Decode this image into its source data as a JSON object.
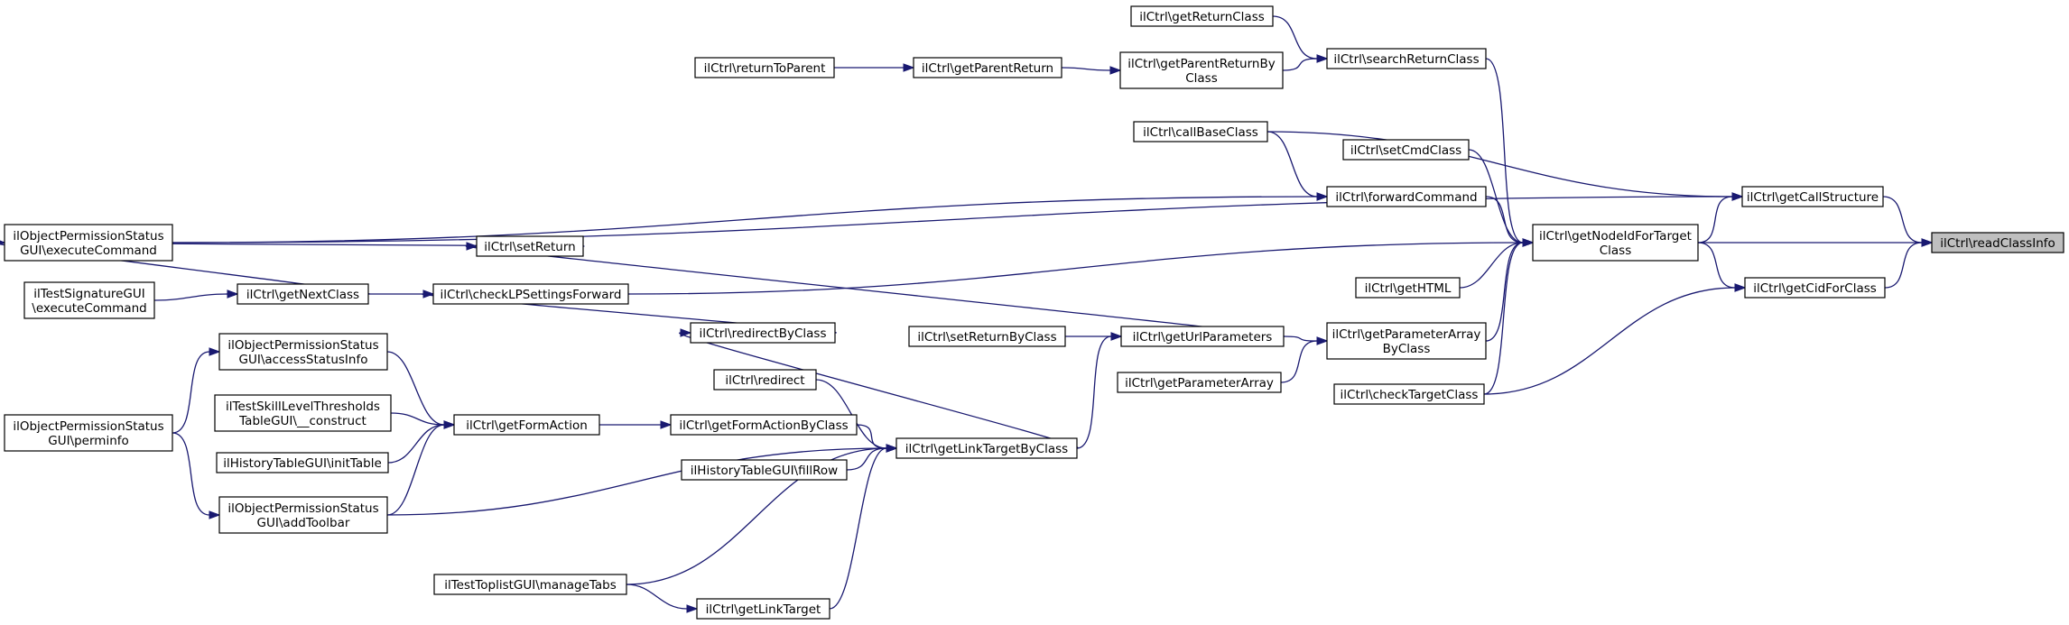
{
  "diagram": {
    "type": "call-graph",
    "edge_color": "#191970",
    "highlight_fill": "#bfbfbf",
    "nodes": {
      "readClassInfo": [
        "ilCtrl\\readClassInfo"
      ],
      "getCallStructure": [
        "ilCtrl\\getCallStructure"
      ],
      "getNodeIdForTargetClass": [
        "ilCtrl\\getNodeIdForTarget",
        "Class"
      ],
      "getCidForClass": [
        "ilCtrl\\getCidForClass"
      ],
      "callBaseClass": [
        "ilCtrl\\callBaseClass"
      ],
      "searchReturnClass": [
        "ilCtrl\\searchReturnClass"
      ],
      "setCmdClass": [
        "ilCtrl\\setCmdClass"
      ],
      "forwardCommand": [
        "ilCtrl\\forwardCommand"
      ],
      "checkLPSettingsForward": [
        "ilCtrl\\checkLPSettingsForward"
      ],
      "getHTML": [
        "ilCtrl\\getHTML"
      ],
      "getParameterArrayByClass": [
        "ilCtrl\\getParameterArray",
        "ByClass"
      ],
      "checkTargetClass": [
        "ilCtrl\\checkTargetClass"
      ],
      "getReturnClass": [
        "ilCtrl\\getReturnClass"
      ],
      "getParentReturnByClass": [
        "ilCtrl\\getParentReturnBy",
        "Class"
      ],
      "getParentReturn": [
        "ilCtrl\\getParentReturn"
      ],
      "returnToParent": [
        "ilCtrl\\returnToParent"
      ],
      "objPermExecuteCommand": [
        "ilObjectPermissionStatus",
        "GUI\\executeCommand"
      ],
      "getNextClass": [
        "ilCtrl\\getNextClass"
      ],
      "testSignatureExecuteCommand": [
        "ilTestSignatureGUI",
        "\\executeCommand"
      ],
      "getUrlParameters": [
        "ilCtrl\\getUrlParameters"
      ],
      "getParameterArray": [
        "ilCtrl\\getParameterArray"
      ],
      "setReturn": [
        "ilCtrl\\setReturn"
      ],
      "setReturnByClass": [
        "ilCtrl\\setReturnByClass"
      ],
      "getLinkTargetByClass": [
        "ilCtrl\\getLinkTargetByClass"
      ],
      "redirectByClass": [
        "ilCtrl\\redirectByClass"
      ],
      "redirect": [
        "ilCtrl\\redirect"
      ],
      "getFormActionByClass": [
        "ilCtrl\\getFormActionByClass"
      ],
      "historyFillRow": [
        "ilHistoryTableGUI\\fillRow"
      ],
      "addToolbar": [
        "ilObjectPermissionStatus",
        "GUI\\addToolbar"
      ],
      "manageTabs": [
        "ilTestToplistGUI\\manageTabs"
      ],
      "getLinkTarget": [
        "ilCtrl\\getLinkTarget"
      ],
      "getFormAction": [
        "ilCtrl\\getFormAction"
      ],
      "accessStatusInfo": [
        "ilObjectPermissionStatus",
        "GUI\\accessStatusInfo"
      ],
      "skillConstruct": [
        "ilTestSkillLevelThresholds",
        "TableGUI\\__construct"
      ],
      "historyInitTable": [
        "ilHistoryTableGUI\\initTable"
      ],
      "perminfo": [
        "ilObjectPermissionStatus",
        "GUI\\perminfo"
      ]
    },
    "edges": [
      [
        "getCallStructure",
        "readClassInfo"
      ],
      [
        "getNodeIdForTargetClass",
        "readClassInfo"
      ],
      [
        "getCidForClass",
        "readClassInfo"
      ],
      [
        "callBaseClass",
        "getCallStructure"
      ],
      [
        "objPermExecuteCommand",
        "getCallStructure"
      ],
      [
        "getNodeIdForTargetClass",
        "getCallStructure"
      ],
      [
        "getNodeIdForTargetClass",
        "getCidForClass"
      ],
      [
        "checkTargetClass",
        "getCidForClass"
      ],
      [
        "searchReturnClass",
        "getNodeIdForTargetClass"
      ],
      [
        "setCmdClass",
        "getNodeIdForTargetClass"
      ],
      [
        "forwardCommand",
        "getNodeIdForTargetClass"
      ],
      [
        "checkLPSettingsForward",
        "getNodeIdForTargetClass"
      ],
      [
        "getHTML",
        "getNodeIdForTargetClass"
      ],
      [
        "getParameterArrayByClass",
        "getNodeIdForTargetClass"
      ],
      [
        "checkTargetClass",
        "getNodeIdForTargetClass"
      ],
      [
        "getReturnClass",
        "searchReturnClass"
      ],
      [
        "getParentReturnByClass",
        "searchReturnClass"
      ],
      [
        "getParentReturn",
        "getParentReturnByClass"
      ],
      [
        "returnToParent",
        "getParentReturn"
      ],
      [
        "callBaseClass",
        "forwardCommand"
      ],
      [
        "objPermExecuteCommand",
        "forwardCommand"
      ],
      [
        "setReturn",
        "objPermExecuteCommand"
      ],
      [
        "getNextClass",
        "objPermExecuteCommand"
      ],
      [
        "checkLPSettingsForward",
        "getNextClass"
      ],
      [
        "testSignatureExecuteCommand",
        "getNextClass"
      ],
      [
        "getUrlParameters",
        "setReturn"
      ],
      [
        "redirectByClass",
        "checkLPSettingsForward"
      ],
      [
        "getUrlParameters",
        "getParameterArrayByClass"
      ],
      [
        "getParameterArray",
        "getParameterArrayByClass"
      ],
      [
        "setReturnByClass",
        "getUrlParameters"
      ],
      [
        "getLinkTargetByClass",
        "getUrlParameters"
      ],
      [
        "getLinkTargetByClass",
        "redirectByClass"
      ],
      [
        "redirect",
        "getLinkTargetByClass"
      ],
      [
        "getFormActionByClass",
        "getLinkTargetByClass"
      ],
      [
        "historyFillRow",
        "getLinkTargetByClass"
      ],
      [
        "addToolbar",
        "getLinkTargetByClass"
      ],
      [
        "manageTabs",
        "getLinkTargetByClass"
      ],
      [
        "getLinkTarget",
        "getLinkTargetByClass"
      ],
      [
        "getFormAction",
        "getFormActionByClass"
      ],
      [
        "manageTabs",
        "getLinkTarget"
      ],
      [
        "accessStatusInfo",
        "getFormAction"
      ],
      [
        "skillConstruct",
        "getFormAction"
      ],
      [
        "historyInitTable",
        "getFormAction"
      ],
      [
        "addToolbar",
        "getFormAction"
      ],
      [
        "perminfo",
        "accessStatusInfo"
      ],
      [
        "perminfo",
        "addToolbar"
      ]
    ]
  }
}
